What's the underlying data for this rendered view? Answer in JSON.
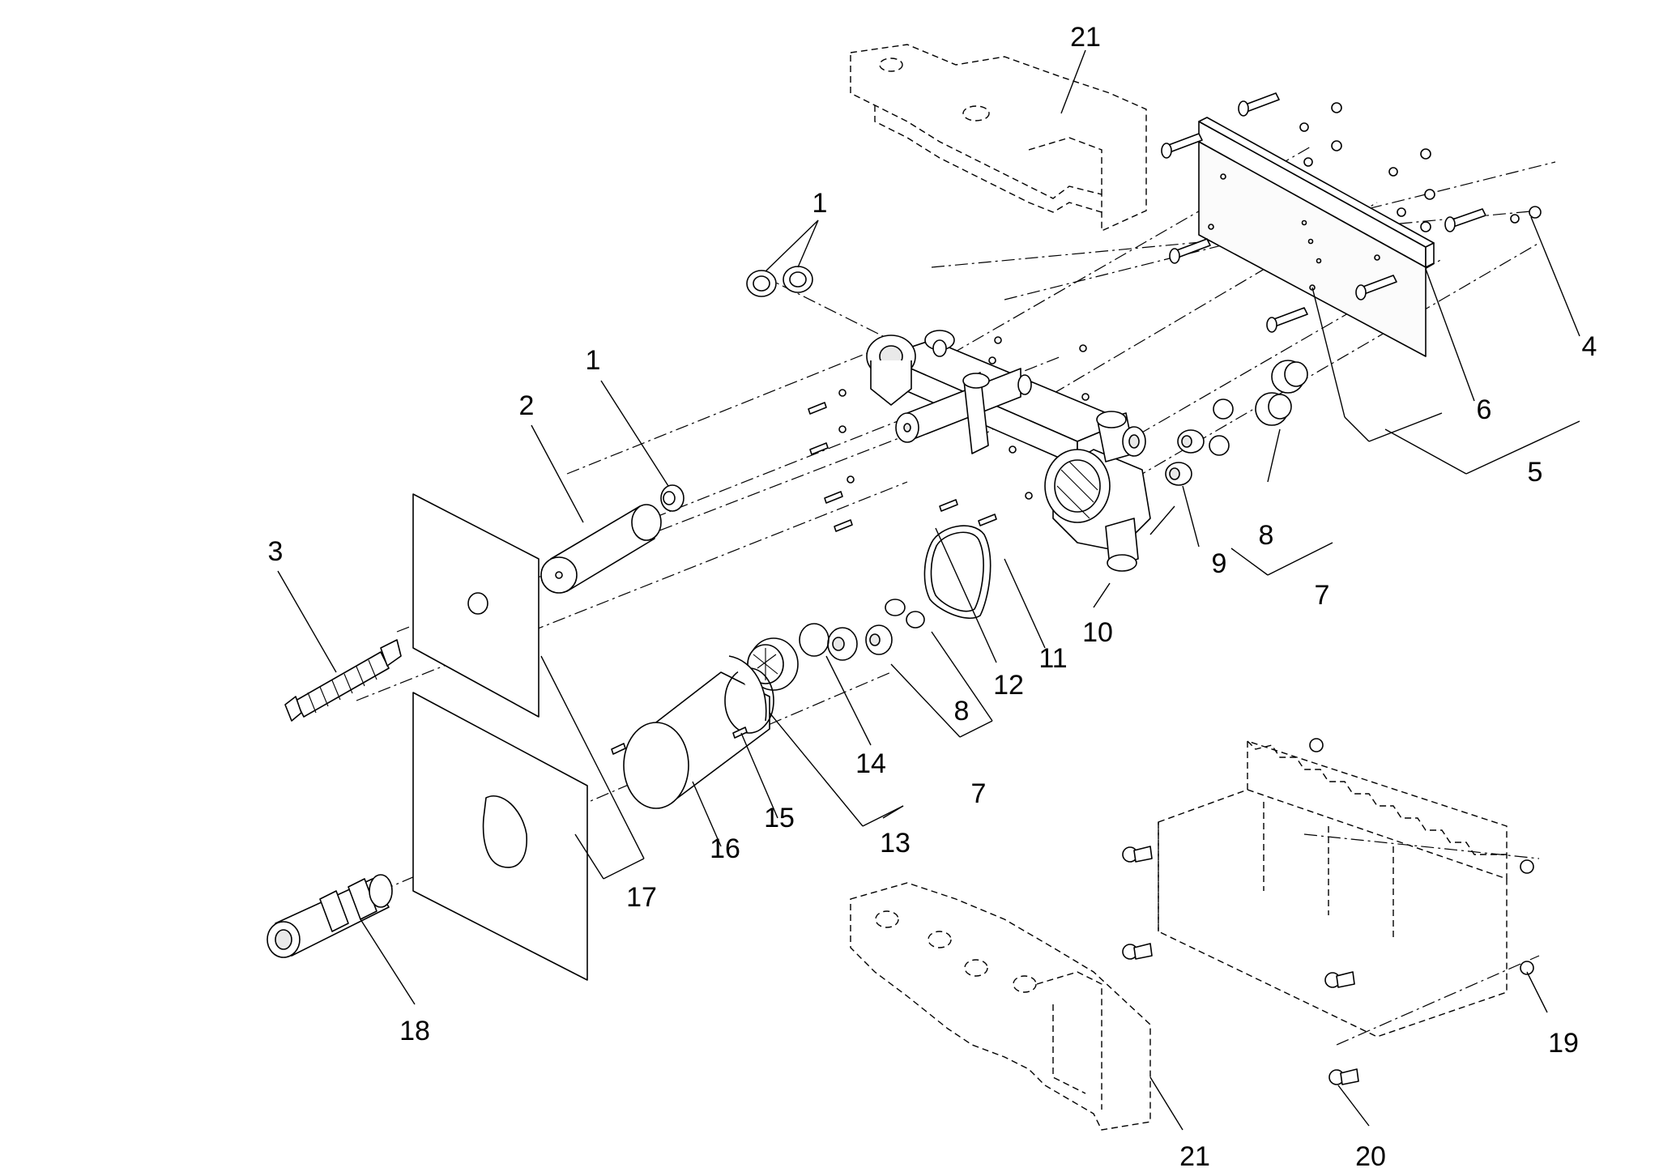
{
  "colors": {
    "line": "#000000",
    "background": "#ffffff"
  },
  "callouts": {
    "c1a": "1",
    "c1b": "1",
    "c2": "2",
    "c3": "3",
    "c4": "4",
    "c5": "5",
    "c6": "6",
    "c7a": "7",
    "c7b": "7",
    "c8a": "8",
    "c8b": "8",
    "c9": "9",
    "c10": "10",
    "c11": "11",
    "c12": "12",
    "c13": "13",
    "c14": "14",
    "c15": "15",
    "c16": "16",
    "c17": "17",
    "c18": "18",
    "c19": "19",
    "c20": "20",
    "c21a": "21",
    "c21b": "21"
  }
}
